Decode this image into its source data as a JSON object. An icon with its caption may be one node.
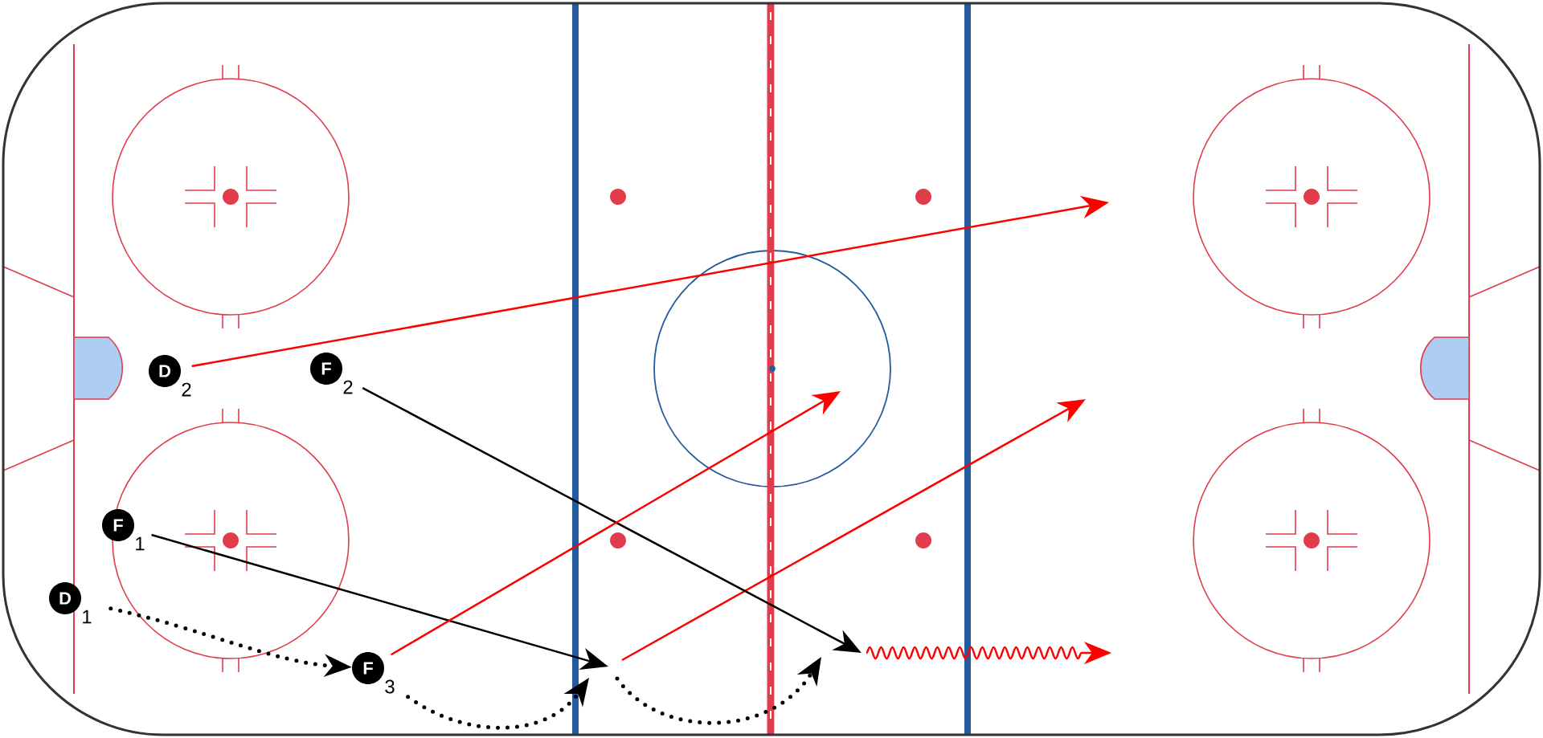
{
  "diagram": {
    "nodes": [
      {
        "text": [
          "D",
          "2"
        ]
      },
      {
        "text": [
          "F",
          "2"
        ]
      },
      {
        "text": [
          "F",
          "1"
        ]
      },
      {
        "text": [
          "D",
          "1"
        ]
      },
      {
        "text": [
          "F",
          "3"
        ]
      }
    ],
    "edges": [
      {
        "from": 0,
        "to": null,
        "arrow": "to",
        "color": "#ff0000"
      },
      {
        "from": 1,
        "to": null,
        "arrow": "to"
      },
      {
        "from": 2,
        "to": null,
        "arrow": "to"
      },
      {
        "from": 3,
        "to": 4,
        "arrow": "to",
        "style": "dashed"
      },
      {
        "from": 4,
        "to": null,
        "arrow": "to",
        "style": "dashed"
      },
      {
        "from": 4,
        "to": null,
        "arrow": "to",
        "color": "#ff0000"
      }
    ]
  }
}
